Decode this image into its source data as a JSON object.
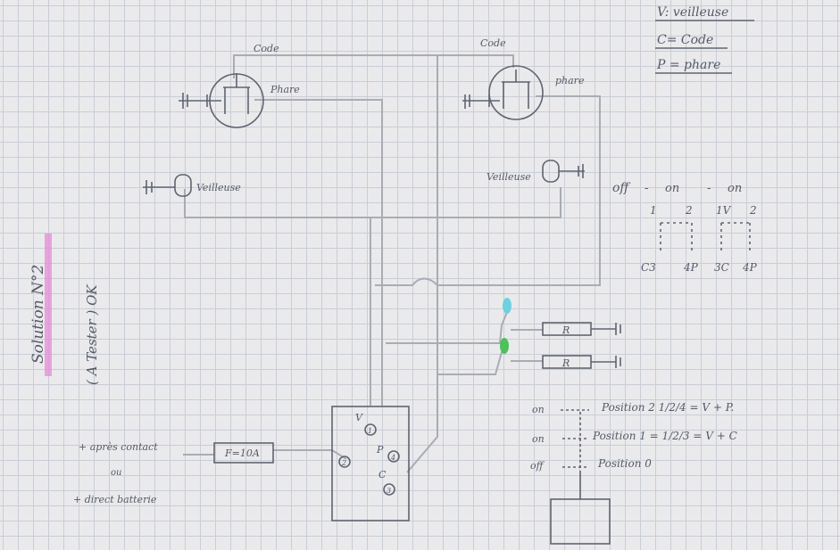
{
  "legend": {
    "v": "V: veilleuse",
    "c": "C= Code",
    "p": "P = phare"
  },
  "title": "Solution N°2",
  "subtitle": "( A Tester ) OK",
  "left_lamp": {
    "code": "Code",
    "phare": "Phare"
  },
  "right_lamp": {
    "code": "Code",
    "phare": "phare"
  },
  "left_veilleuse": "Veilleuse",
  "right_veilleuse": "Veilleuse",
  "switch_table": {
    "header": [
      "off",
      "-",
      "on",
      "-",
      "on"
    ],
    "top_row": [
      "1",
      "2",
      "1V",
      "2"
    ],
    "bottom_row": [
      "C3",
      "4P",
      "3C",
      "4P"
    ]
  },
  "resistors": [
    "R",
    "R"
  ],
  "fuse": "F=10A",
  "supply": {
    "line1": "+ après contact",
    "or": "ou",
    "line2": "+ direct batterie"
  },
  "switch_box": {
    "v_label": "V",
    "p_label": "P",
    "c_label": "C",
    "terminals": [
      "1",
      "2",
      "3",
      "4"
    ]
  },
  "positions": [
    {
      "state": "on",
      "text": "Position 2  1/2/4 = V + P."
    },
    {
      "state": "on",
      "text": "Position 1 = 1/2/3 = V + C"
    },
    {
      "state": "off",
      "text": "Position 0"
    }
  ],
  "colors": {
    "paper": "#eaeaec",
    "pencil": "#5f6470",
    "highlight": "#e58bd6",
    "led_blue": "#6fd0e0",
    "led_green": "#4cc25a"
  }
}
